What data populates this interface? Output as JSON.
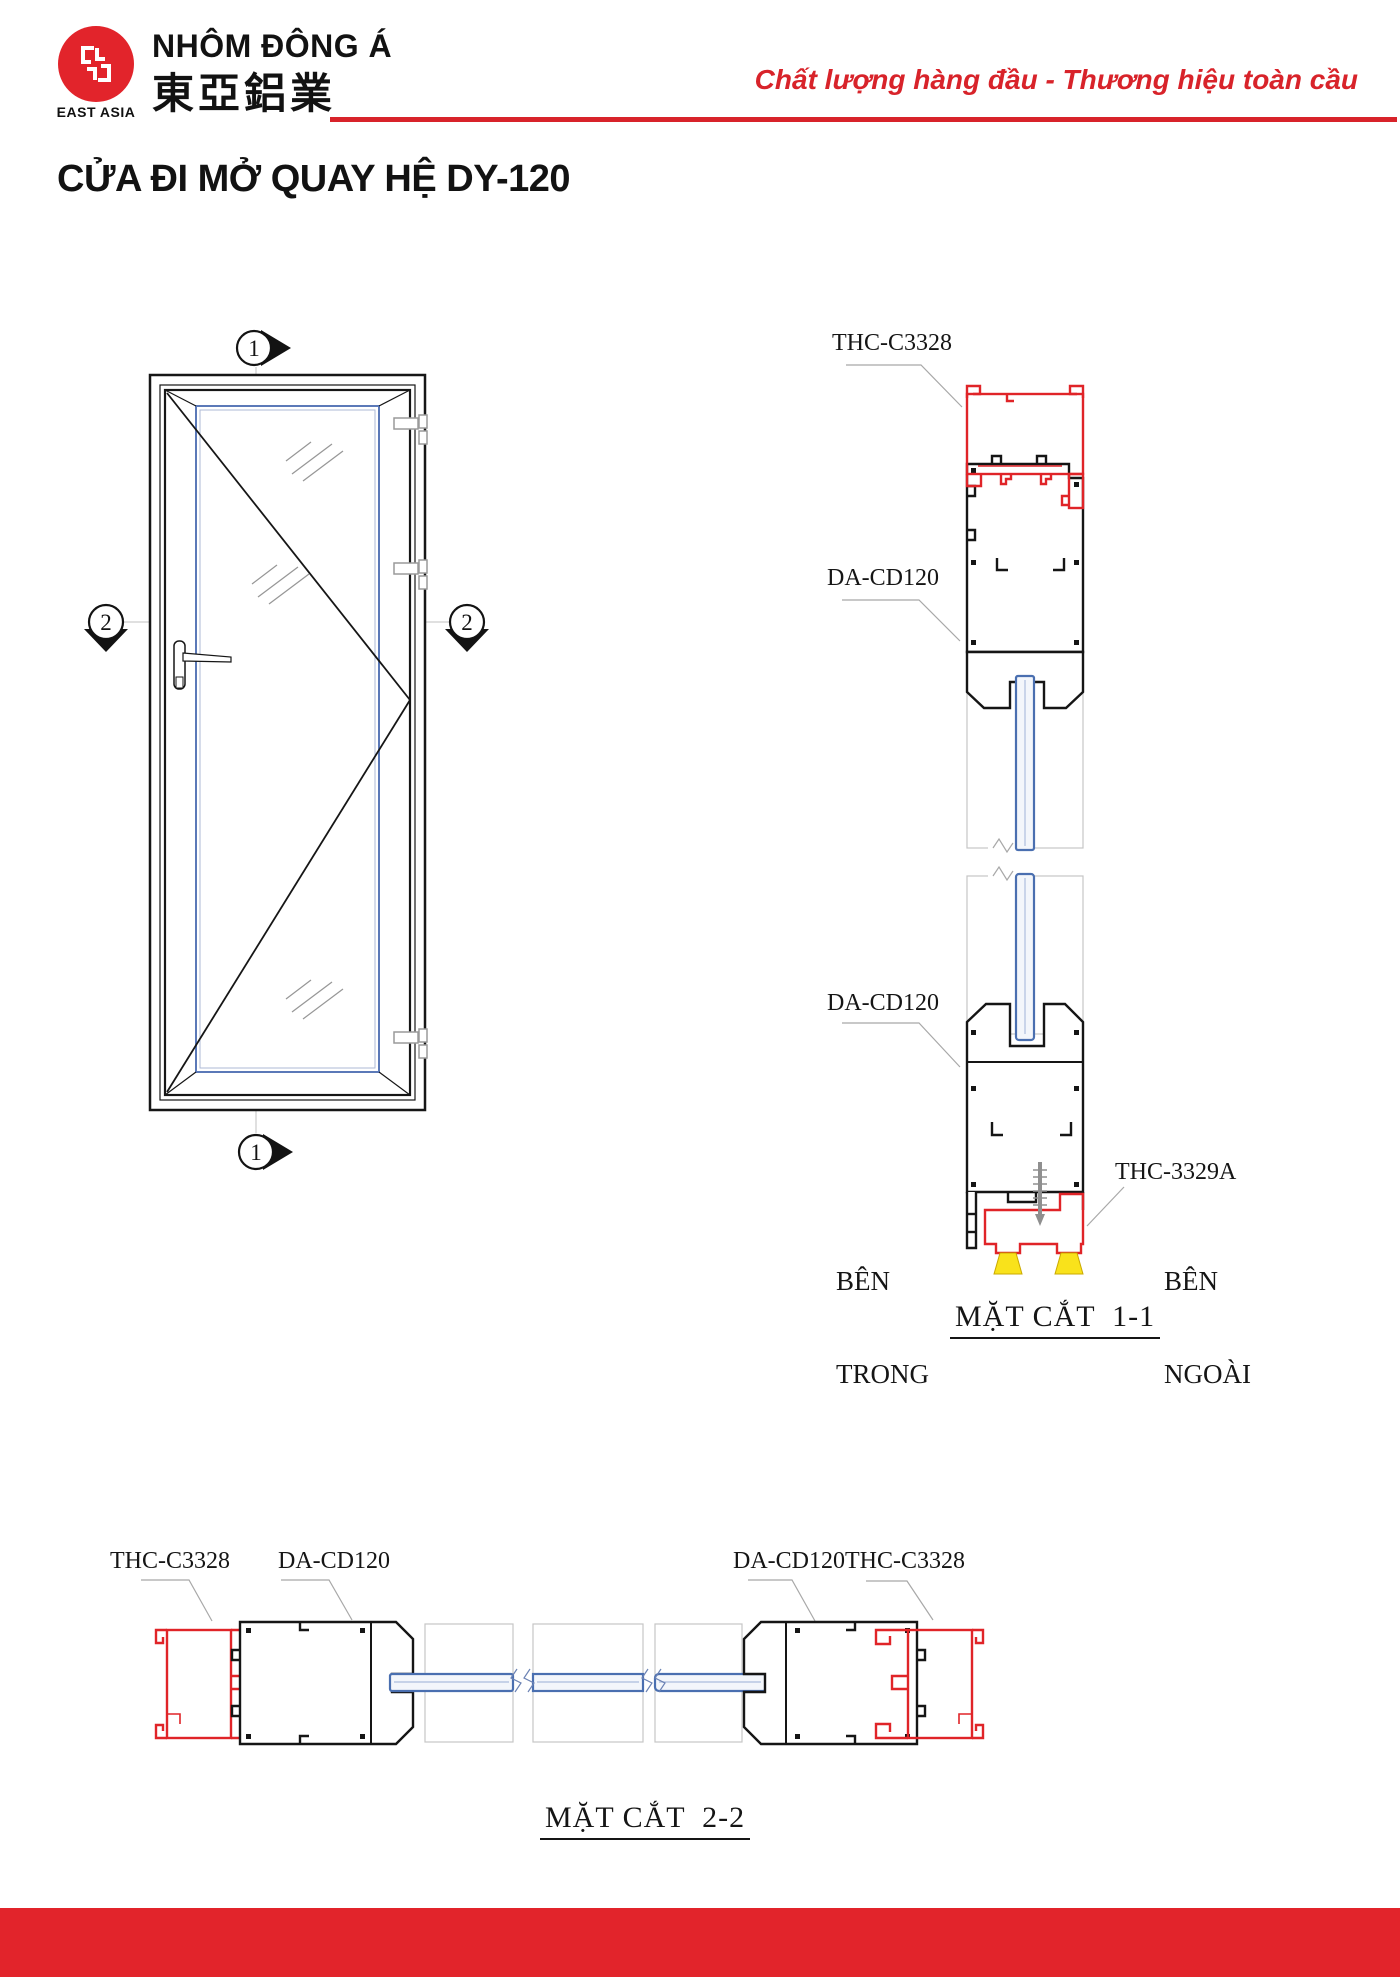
{
  "header": {
    "logo_caption": "EAST ASIA",
    "company_name": "NHÔM ĐÔNG Á",
    "company_name_cjk": "東亞鋁業",
    "slogan": "Chất lượng hàng đầu - Thương hiệu toàn cầu"
  },
  "title": "CỬA ĐI MỞ QUAY HỆ DY-120",
  "elevation": {
    "markers": {
      "top": "1",
      "bottom": "1",
      "left": "2",
      "right": "2"
    }
  },
  "section_1_1": {
    "caption": "MẶT CẮT  1-1",
    "labels": {
      "frame_head": "THC-C3328",
      "sash_top": "DA-CD120",
      "sash_bottom": "DA-CD120",
      "threshold": "THC-3329A",
      "inside_line1": "BÊN",
      "inside_line2": "TRONG",
      "outside_line1": "BÊN",
      "outside_line2": "NGOÀI"
    }
  },
  "section_2_2": {
    "caption": "MẶT CẮT  2-2",
    "labels": {
      "left_frame": "THC-C3328",
      "left_sash": "DA-CD120",
      "right_sash": "DA-CD120",
      "right_frame": "THC-C3328"
    }
  },
  "colors": {
    "brand_red": "#e2242b",
    "profile_red": "#e02428",
    "glass_blue": "#4a6fb0",
    "gasket_yellow": "#f9e21b",
    "line_black": "#151515",
    "construction_gray": "#c6c6c6"
  }
}
